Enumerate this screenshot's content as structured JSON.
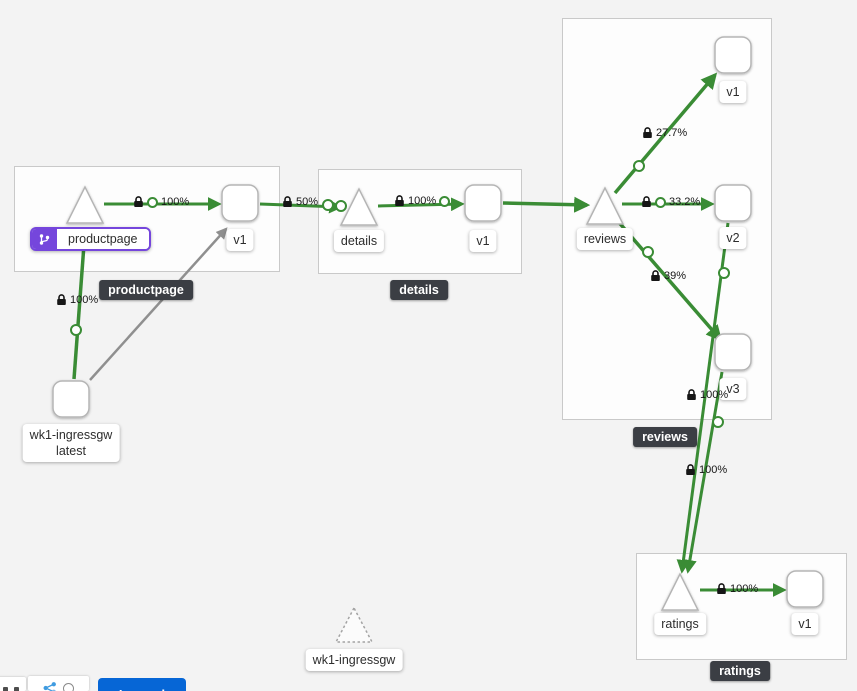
{
  "graph": {
    "boxes": {
      "productpage": {
        "label": "productpage"
      },
      "details": {
        "label": "details"
      },
      "reviews": {
        "label": "reviews"
      },
      "ratings": {
        "label": "ratings"
      }
    },
    "nodes": {
      "productpage_service": {
        "label": "productpage"
      },
      "productpage_v1": {
        "label": "v1"
      },
      "details_service": {
        "label": "details"
      },
      "details_v1": {
        "label": "v1"
      },
      "reviews_service": {
        "label": "reviews"
      },
      "reviews_v1": {
        "label": "v1"
      },
      "reviews_v2": {
        "label": "v2"
      },
      "reviews_v3": {
        "label": "v3"
      },
      "ratings_service": {
        "label": "ratings"
      },
      "ratings_v1": {
        "label": "v1"
      },
      "ingress_workload": {
        "name": "wk1-ingressgw",
        "version": "latest"
      },
      "idle_gateway_service": {
        "label": "wk1-ingressgw"
      }
    },
    "edge_labels": {
      "ingress_to_productpage": "100%",
      "productpage_to_v1": "100%",
      "productpage_v1_to_details": "50%",
      "details_to_v1": "100%",
      "reviews_to_v1": "27.7%",
      "reviews_to_v2": "33.2%",
      "reviews_to_v3": "39%",
      "reviews_v2_to_ratings": "100%",
      "reviews_v3_to_ratings": "100%",
      "ratings_to_v1": "100%"
    },
    "colors": {
      "healthy_edge_green": "#3a8c35",
      "idle_edge_gray": "#8f8f8f",
      "selected_purple": "#7546dc",
      "box_label_bg": "#3b3e44",
      "primary_button_blue": "#0666d6"
    }
  },
  "toolbar": {
    "legend_button": "Legend"
  }
}
